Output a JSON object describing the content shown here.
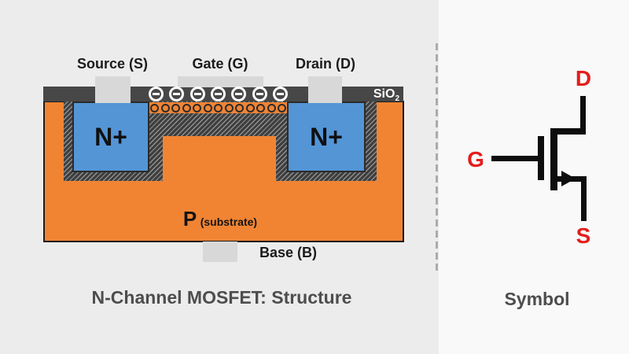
{
  "structure": {
    "title": "N-Channel MOSFET: Structure",
    "terminals": {
      "source": "Source (S)",
      "gate": "Gate (G)",
      "drain": "Drain (D)",
      "base": "Base (B)"
    },
    "regions": {
      "n_plus_left": "N+",
      "n_plus_right": "N+",
      "oxide_main": "SiO",
      "oxide_sub": "2",
      "substrate_main": "P",
      "substrate_sub": "(substrate)"
    },
    "electron_count": 7,
    "channel_dot_count": 13
  },
  "symbol": {
    "title": "Symbol",
    "labels": {
      "drain": "D",
      "gate": "G",
      "source": "S"
    }
  },
  "icons": {
    "electron": "minus-in-circle-icon",
    "channel_dot": "hole-circle-icon"
  },
  "colors": {
    "orange": "#F08433",
    "blue": "#5495D6",
    "oxide": "#474747",
    "pad": "#D8D8D8",
    "red": "#E41D1D",
    "ink": "#1B1B1B",
    "title": "#4D4D4D",
    "bg_left": "#ECECEC",
    "bg_right": "#F9F9F9",
    "divider": "#ABABAB"
  }
}
